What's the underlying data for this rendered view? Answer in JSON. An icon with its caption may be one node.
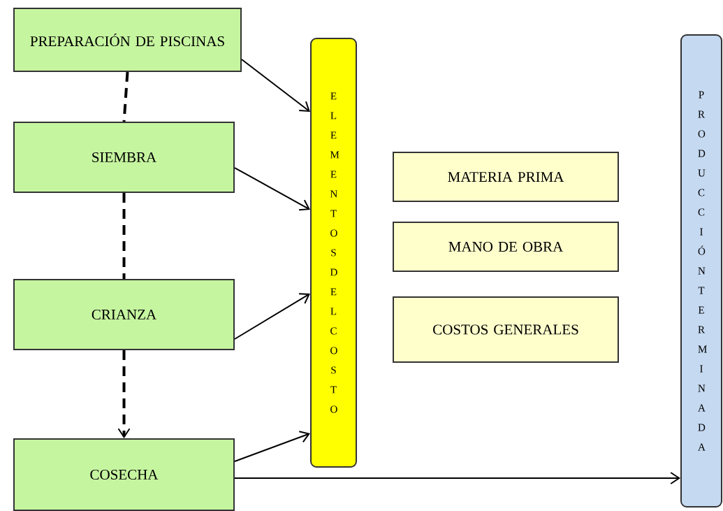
{
  "diagram": {
    "nodes": [
      {
        "text": [
          "PREPARACIÓN DE PISCINAS"
        ]
      },
      {
        "text": [
          "SIEMBRA"
        ]
      },
      {
        "text": [
          "CRIANZA"
        ]
      },
      {
        "text": [
          "COSECHA"
        ]
      },
      {
        "text": [
          "ELEMENTOS DEL COSTO"
        ]
      },
      {
        "text": [
          "MATERIA PRIMA"
        ]
      },
      {
        "text": [
          "MANO DE OBRA"
        ]
      },
      {
        "text": [
          "COSTOS GENERALES"
        ]
      },
      {
        "text": [
          "PRODUCCIÓN TERMINADA"
        ]
      }
    ],
    "edges": [
      {
        "from": 0,
        "to": 1,
        "arrow": "none",
        "style": "dashed"
      },
      {
        "from": 1,
        "to": 2,
        "arrow": "none",
        "style": "dashed"
      },
      {
        "from": 2,
        "to": 3,
        "arrow": "to",
        "style": "dashed"
      },
      {
        "from": 0,
        "to": 4,
        "arrow": "to"
      },
      {
        "from": 1,
        "to": 4,
        "arrow": "to"
      },
      {
        "from": 2,
        "to": 4,
        "arrow": "to"
      },
      {
        "from": 3,
        "to": 4,
        "arrow": "to"
      },
      {
        "from": 3,
        "to": 8,
        "arrow": "to"
      }
    ]
  }
}
